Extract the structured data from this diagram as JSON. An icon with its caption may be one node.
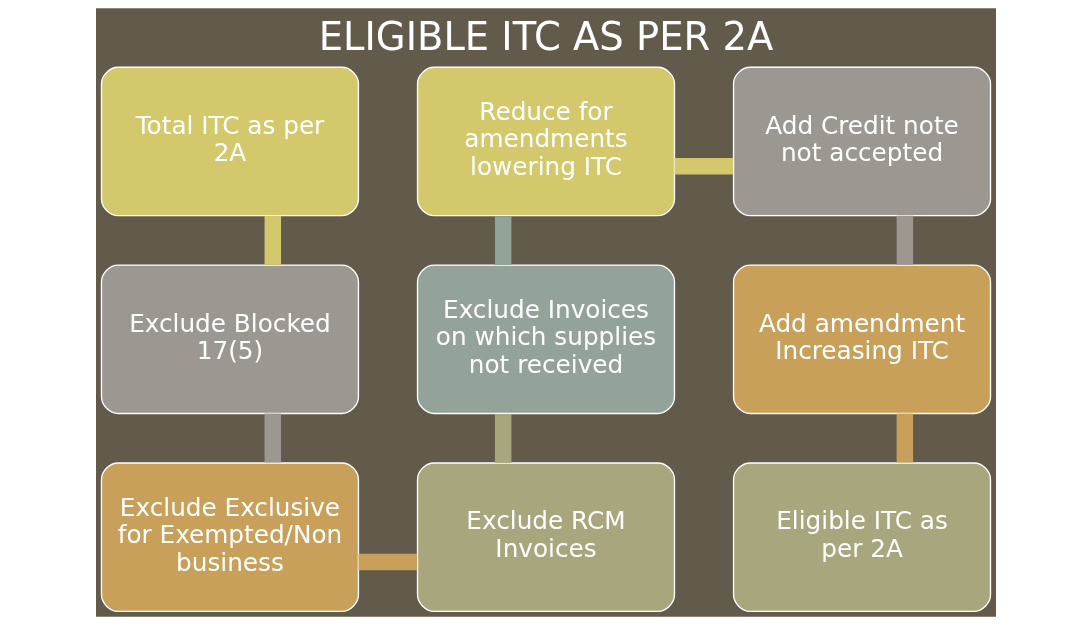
{
  "diagram": {
    "title": "ELIGIBLE ITC AS PER 2A",
    "nodes": [
      {
        "text": [
          "Total ITC as per 2A"
        ]
      },
      {
        "text": [
          "Exclude Blocked 17(5)"
        ]
      },
      {
        "text": [
          "Exclude Exclusive for Exempted/Non business"
        ]
      },
      {
        "text": [
          "Exclude RCM Invoices"
        ]
      },
      {
        "text": [
          "Exclude Invoices on which supplies not received"
        ]
      },
      {
        "text": [
          "Reduce for amendments lowering ITC"
        ]
      },
      {
        "text": [
          "Add Credit note not accepted"
        ]
      },
      {
        "text": [
          "Add amendment Increasing ITC"
        ]
      },
      {
        "text": [
          "Eligible ITC as per 2A"
        ]
      }
    ],
    "edges": [
      {
        "from": 0,
        "to": 1,
        "arrow": "none",
        "color": "#d3c96c"
      },
      {
        "from": 1,
        "to": 2,
        "arrow": "none",
        "color": "#9c9790"
      },
      {
        "from": 2,
        "to": 3,
        "arrow": "none",
        "color": "#c9a05a"
      },
      {
        "from": 3,
        "to": 4,
        "arrow": "none",
        "color": "#a8a67c"
      },
      {
        "from": 4,
        "to": 5,
        "arrow": "none",
        "color": "#93a39a"
      },
      {
        "from": 5,
        "to": 6,
        "arrow": "none",
        "color": "#d3c96c"
      },
      {
        "from": 6,
        "to": 7,
        "arrow": "none",
        "color": "#9c9790"
      },
      {
        "from": 7,
        "to": 8,
        "arrow": "none",
        "color": "#c9a05a"
      }
    ]
  }
}
